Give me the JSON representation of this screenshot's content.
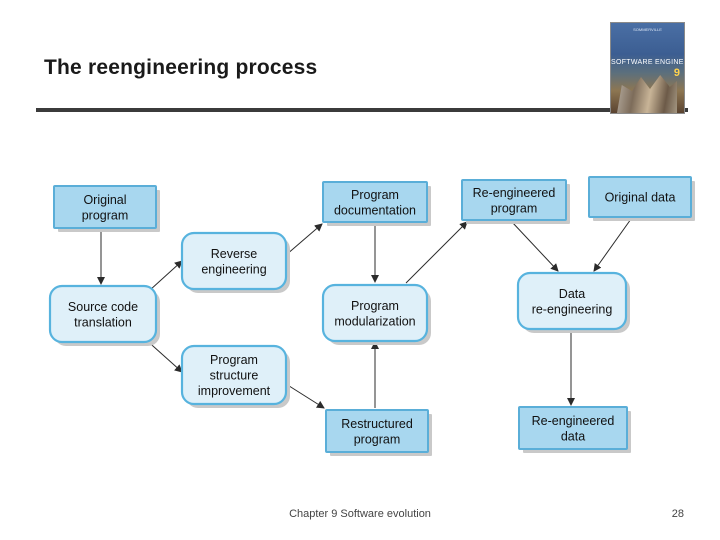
{
  "slide": {
    "title": "The reengineering process",
    "footer": "Chapter 9 Software evolution",
    "page_number": "28"
  },
  "book_cover": {
    "top_text": "SOMMERVILLE",
    "title_text": "SOFTWARE ENGINEERING",
    "edition": "9"
  },
  "diagram": {
    "colors": {
      "process_fill": "#dff0f9",
      "process_stroke": "#57b3de",
      "data_fill": "#a8d7ef",
      "data_stroke": "#5aaed8",
      "shadow": "#c9c9c9",
      "arrow": "#2b2b2b"
    },
    "nodes": {
      "original_program": {
        "lines": [
          "Original",
          "program"
        ],
        "kind": "data"
      },
      "source_translation": {
        "lines": [
          "Source code",
          "translation"
        ],
        "kind": "process"
      },
      "reverse_engineering": {
        "lines": [
          "Reverse",
          "engineering"
        ],
        "kind": "process"
      },
      "program_structure": {
        "lines": [
          "Program",
          "structure",
          "improvement"
        ],
        "kind": "process"
      },
      "program_documentation": {
        "lines": [
          "Program",
          "documentation"
        ],
        "kind": "data"
      },
      "program_modularization": {
        "lines": [
          "Program",
          "modularization"
        ],
        "kind": "process"
      },
      "restructured_program": {
        "lines": [
          "Restructured",
          "program"
        ],
        "kind": "data"
      },
      "reengineered_program": {
        "lines": [
          "Re-engineered",
          "program"
        ],
        "kind": "data"
      },
      "original_data": {
        "lines": [
          "Original data"
        ],
        "kind": "data"
      },
      "data_reengineering": {
        "lines": [
          "Data",
          "re-engineering"
        ],
        "kind": "process"
      },
      "reengineered_data": {
        "lines": [
          "Re-engineered",
          "data"
        ],
        "kind": "data"
      }
    }
  }
}
